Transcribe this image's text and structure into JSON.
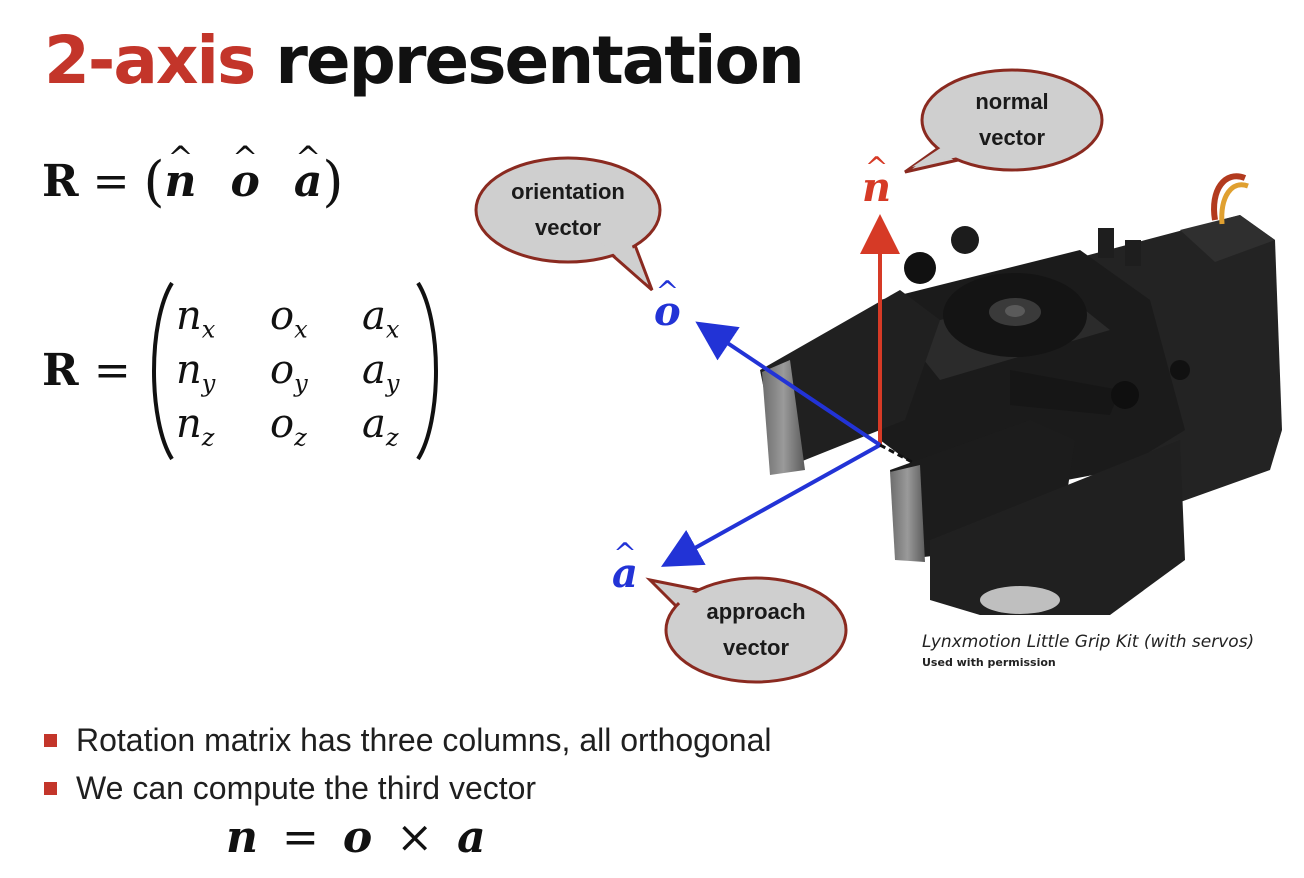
{
  "title": {
    "accent": "2-axis",
    "rest": " representation"
  },
  "equation_1": {
    "lhs": "R",
    "equals": "=",
    "columns": [
      "n",
      "o",
      "a"
    ]
  },
  "equation_2": {
    "lhs": "R",
    "equals": "=",
    "rows": [
      [
        {
          "v": "n",
          "s": "x"
        },
        {
          "v": "o",
          "s": "x"
        },
        {
          "v": "a",
          "s": "x"
        }
      ],
      [
        {
          "v": "n",
          "s": "y"
        },
        {
          "v": "o",
          "s": "y"
        },
        {
          "v": "a",
          "s": "y"
        }
      ],
      [
        {
          "v": "n",
          "s": "z"
        },
        {
          "v": "o",
          "s": "z"
        },
        {
          "v": "a",
          "s": "z"
        }
      ]
    ]
  },
  "diagram": {
    "callouts": {
      "normal": {
        "line1": "normal",
        "line2": "vector"
      },
      "orientation": {
        "line1": "orientation",
        "line2": "vector"
      },
      "approach": {
        "line1": "approach",
        "line2": "vector"
      }
    },
    "axis_labels": {
      "n": "n",
      "o": "o",
      "a": "a"
    },
    "colors": {
      "normal": "#d63a26",
      "orientation": "#2233d6",
      "approach": "#2233d6",
      "accent": "#c3352a"
    },
    "image_caption": "Lynxmotion Little Grip Kit (with servos)",
    "image_credit": "Used with permission"
  },
  "bullets": [
    "Rotation matrix has three columns, all orthogonal",
    "We can compute the third vector"
  ],
  "equation_3": {
    "lhs": "n",
    "equals": "=",
    "a": "o",
    "op": "×",
    "b": "a"
  }
}
